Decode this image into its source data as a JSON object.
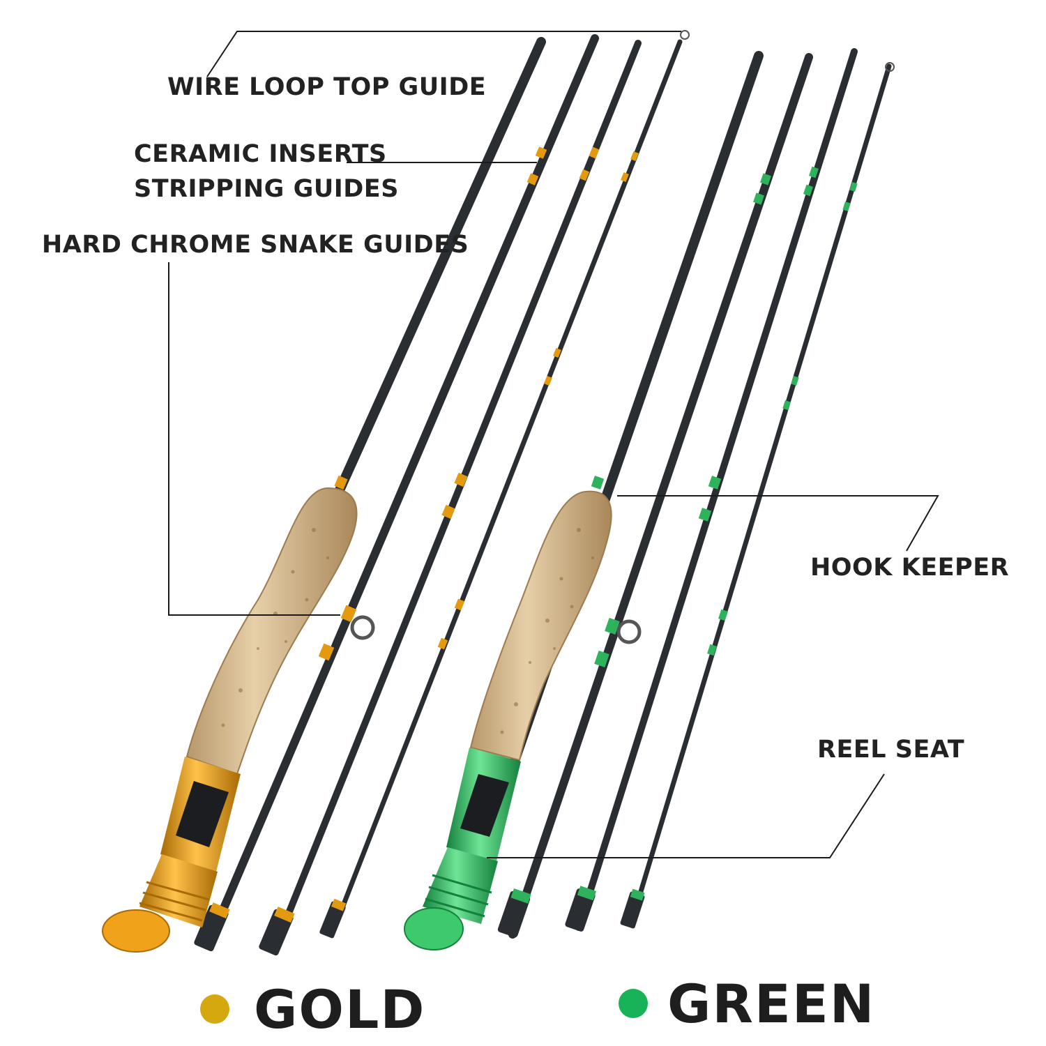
{
  "callouts": {
    "wire_loop": "WIRE LOOP TOP GUIDE",
    "ceramic_line1": "CERAMIC INSERTS",
    "ceramic_line2": "STRIPPING GUIDES",
    "snake": "HARD CHROME  SNAKE GUIDES",
    "hook_keeper": "HOOK KEEPER",
    "reel_seat": "REEL SEAT"
  },
  "variants": [
    {
      "label": "GOLD",
      "color": "#D6A80F"
    },
    {
      "label": "GREEN",
      "color": "#18B259"
    }
  ],
  "colors": {
    "gold_hardware": "#E49A10",
    "green_hardware": "#2EB35C",
    "blank": "#2C2F33",
    "cork": "#D9BD93",
    "leader_line": "#1a1a1a"
  }
}
